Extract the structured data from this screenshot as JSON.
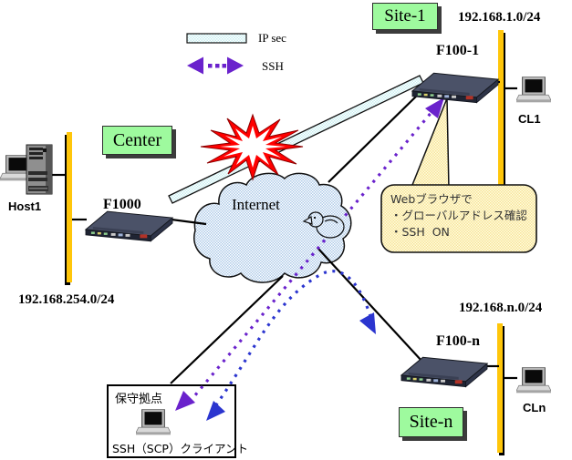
{
  "legend": {
    "ipsec": "IP sec",
    "ssh": "SSH"
  },
  "sites": {
    "center": {
      "label": "Center",
      "router": "F1000",
      "host": "Host1",
      "network": "192.168.254.0/24"
    },
    "site1": {
      "label": "Site-1",
      "router": "F100-1",
      "client": "CL1",
      "network": "192.168.1.0/24"
    },
    "siten": {
      "label": "Site-n",
      "router": "F100-n",
      "client": "CLn",
      "network": "192.168.n.0/24"
    }
  },
  "internet_label": "Internet",
  "callout": {
    "line1": "Webブラウザで",
    "line2": "・グローバルアドレス確認",
    "line3": "・SSH  ON"
  },
  "maintenance": {
    "title": "保守拠点",
    "caption": "SSH（SCP）クライアント"
  },
  "colors": {
    "ipsec_tunnel_fill": "#E3F7F7",
    "ssh_purple": "#6A22CC",
    "ssh_blue": "#2B35CF",
    "site_label_green": "#9EFA9E",
    "lan_bar_yellow": "#FFC60A",
    "cloud_blue": "#BFD8EF",
    "callout_yellow": "#FEF4BC",
    "explosion_red": "#FF0000"
  }
}
